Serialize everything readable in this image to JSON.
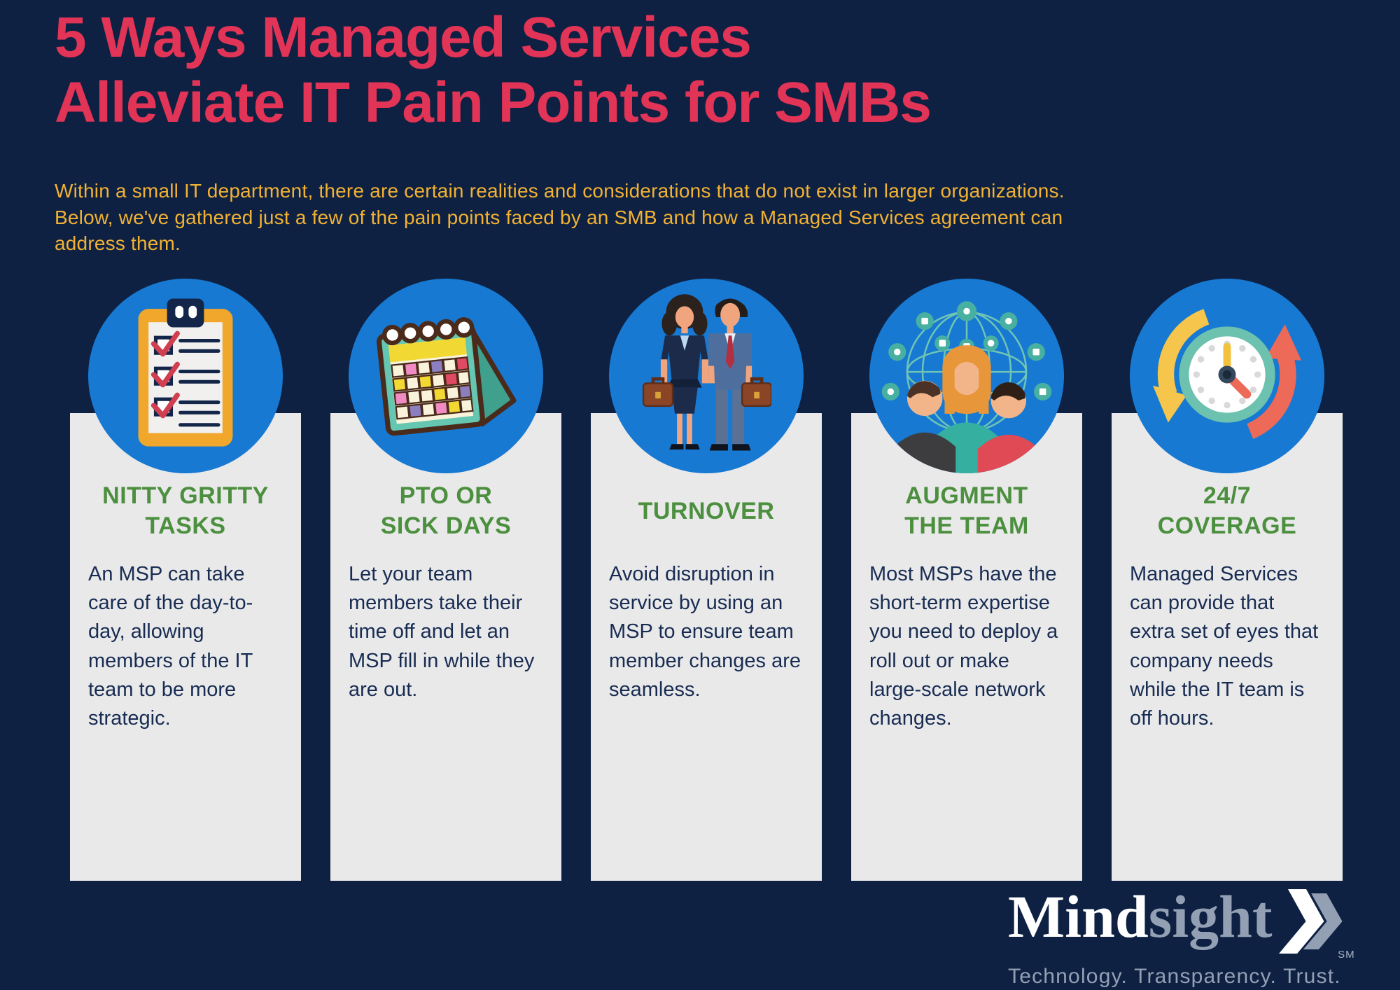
{
  "header": {
    "title_line1": "5 Ways Managed Services",
    "title_line2": "Alleviate IT Pain Points for SMBs",
    "subtitle": "Within a small IT department, there are certain realities and considerations that do not exist in larger organizations.\nBelow, we've gathered just a few of the pain points faced by an SMB  and how a Managed Services agreement can\naddress them."
  },
  "columns": [
    {
      "icon": "clipboard-checklist-icon",
      "heading": "NITTY GRITTY\nTASKS",
      "body": "An MSP can take care of the day-to-day, allowing members of the IT team to be more strategic."
    },
    {
      "icon": "calendar-icon",
      "heading": "PTO OR\nSICK DAYS",
      "body": "Let your team members take their time off and let an MSP fill in while they are out."
    },
    {
      "icon": "business-people-icon",
      "heading": "TURNOVER",
      "body": "Avoid disruption in service by using an MSP to ensure team member changes are seamless."
    },
    {
      "icon": "team-network-globe-icon",
      "heading": "AUGMENT\nTHE TEAM",
      "body": "Most MSPs have the short-term expertise you need to deploy a roll out or make large-scale network changes."
    },
    {
      "icon": "clock-refresh-icon",
      "heading": "24/7\nCOVERAGE",
      "body": "Managed Services can provide that extra set of eyes that company needs while the IT team is off hours."
    }
  ],
  "footer": {
    "logo_part1": "Mind",
    "logo_part2": "sight",
    "logo_sm": "SM",
    "tagline": "Technology. Transparency. Trust."
  },
  "colors": {
    "background": "#0e2142",
    "title": "#e23456",
    "subtitle": "#f2b233",
    "icon_circle": "#1779d2",
    "card": "#e9e9ea",
    "heading_green": "#4c8f3e",
    "body_navy": "#182c52",
    "logo_mind": "#ffffff",
    "logo_sight": "#93a0b4",
    "tagline_gray": "#93a0b4"
  }
}
